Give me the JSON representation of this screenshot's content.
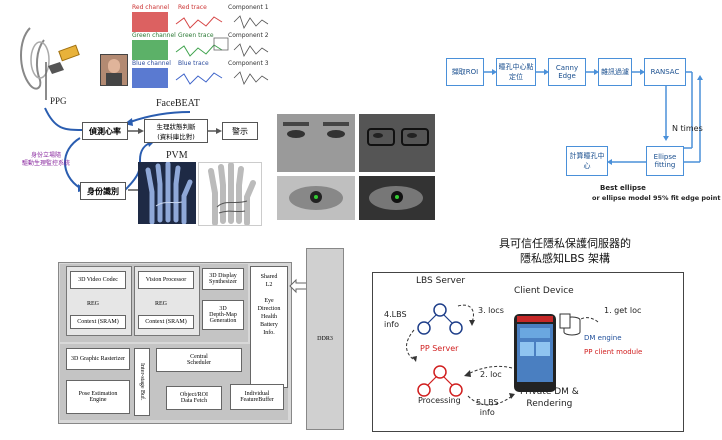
{
  "panel1": {
    "ppg_label": "PPG",
    "facebeat_label": "FaceBEAT",
    "pvm_label": "PVM",
    "detect_box": "偵測心率",
    "physio_box_line1": "生理狀態判斷",
    "physio_box_line2": "(資料庫比對)",
    "warn_box": "警示",
    "identity_box": "身份識別",
    "side_note_line1": "身份立場隨",
    "side_note_line2": "驅動生理監控系統",
    "channels": [
      {
        "name": "Red channel",
        "trace": "Red trace",
        "component": "Component 1"
      },
      {
        "name": "Green channel",
        "trace": "Green trace",
        "component": "Component 2"
      },
      {
        "name": "Blue channel",
        "trace": "Blue trace",
        "component": "Component 3"
      }
    ],
    "colors": {
      "red": "#d64545",
      "green": "#3fa34d",
      "blue": "#3d63c9"
    }
  },
  "panel3": {
    "steps_top": [
      "擷取ROI",
      "瞳孔中心點定位",
      "Canny Edge",
      "雜訊過濾",
      "RANSAC"
    ],
    "ellipse_box": "Ellipse fitting",
    "final_box": "計算瞳孔中心",
    "n_times": "N times",
    "best_ellipse_line1": "Best ellipse",
    "best_ellipse_line2": "or ellipse model 95% fit edge point",
    "accent": "#4a90d9"
  },
  "panel4": {
    "blocks": {
      "video_codec": "3D Video Codec",
      "reg1": "REG",
      "context1": "Context (SRAM)",
      "vision": "Vision Processor",
      "reg2": "REG",
      "context2": "Context (SRAM)",
      "display_line1": "3D Display",
      "display_line2": "Synthesizer",
      "depth_line1": "3D",
      "depth_line2": "Depth-Map",
      "depth_line3": "Generation",
      "shared_line1": "Shared",
      "shared_line2": "L2",
      "eye_line1": "Eye",
      "eye_line2": "Direction",
      "eye_line3": "Health",
      "eye_line4": "Battery",
      "eye_line5": "Info.",
      "rasterizer": "3D Graphic Rasterizer",
      "interstage": "Inter-stage Buf.",
      "sched_line1": "Central",
      "sched_line2": "Scheduler",
      "pose_line1": "Pose Estimation",
      "pose_line2": "Engine",
      "object_line1": "Object/ROI",
      "object_line2": "Data Fetch",
      "feature_line1": "Individual",
      "feature_line2": "FeatureBuffer",
      "ddr": "DDR3"
    }
  },
  "panel5": {
    "title_line1": "具可信任隱私保護伺服器的",
    "title_line2": "隱私感知LBS 架構",
    "lbs_server": "LBS Server",
    "client_device": "Client Device",
    "get_loc": "1. get loc",
    "locs": "3. locs",
    "lbs_info_line1": "4.LBS",
    "lbs_info_line2": "info",
    "pp_server": "PP Server",
    "loc2": "2. loc",
    "dm_engine": "DM engine",
    "pp_client": "PP client module",
    "processing": "Processing",
    "lbs_info5_line1": "5.LBS",
    "lbs_info5_line2": "info",
    "private_line1": "Private DM &",
    "private_line2": "Rendering"
  }
}
